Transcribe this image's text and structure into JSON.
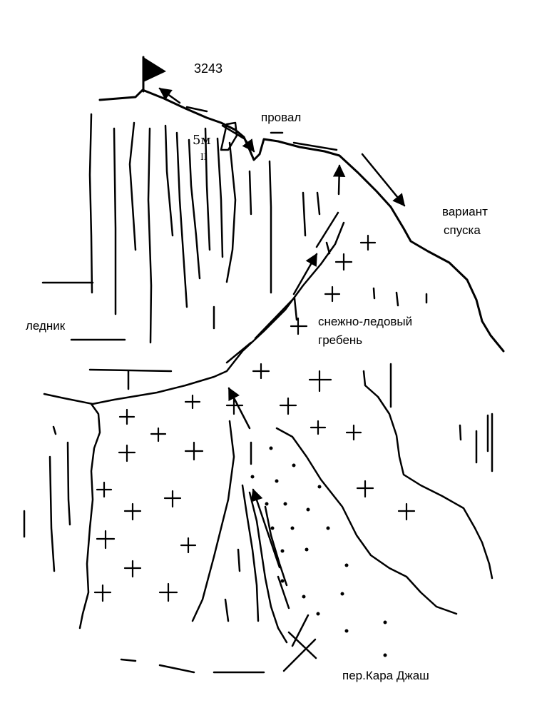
{
  "summit": {
    "height_label": "3243"
  },
  "labels": {
    "gap": "провал",
    "pitch_length": "5м",
    "pitch_grade": "II",
    "descent_variant": [
      "вариант",
      "спуска"
    ],
    "glacier": "ледник",
    "ridge": [
      "снежно-ледовый",
      "гребень"
    ],
    "pass": "пер.Кара Джаш"
  },
  "colors": {
    "ink": "#000000",
    "paper": "#ffffff"
  },
  "icons": {
    "summit_marker": "flag-icon",
    "pass_marker": "cross-icon"
  }
}
